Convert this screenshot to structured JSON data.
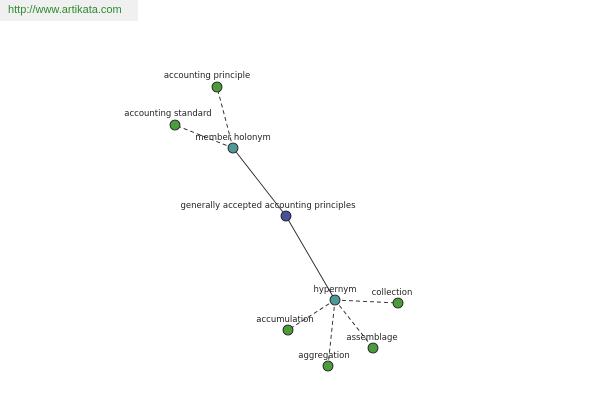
{
  "banner": {
    "url": "http://www.artikata.com"
  },
  "colors": {
    "leaf": "#4e9a3e",
    "relation": "#4f9a98",
    "center": "#4a4f9a"
  },
  "nodes": {
    "center": {
      "label": "generally accepted accounting principles"
    },
    "member_holonym": {
      "label": "member holonym"
    },
    "hypernym": {
      "label": "hypernym"
    },
    "accounting_principle": {
      "label": "accounting principle"
    },
    "accounting_standard": {
      "label": "accounting standard"
    },
    "collection": {
      "label": "collection"
    },
    "accumulation": {
      "label": "accumulation"
    },
    "assemblage": {
      "label": "assemblage"
    },
    "aggregation": {
      "label": "aggregation"
    }
  },
  "edges": [
    {
      "from": "center",
      "to": "member_holonym",
      "style": "solid"
    },
    {
      "from": "center",
      "to": "hypernym",
      "style": "solid"
    },
    {
      "from": "member_holonym",
      "to": "accounting_principle",
      "style": "dashed"
    },
    {
      "from": "member_holonym",
      "to": "accounting_standard",
      "style": "dashed"
    },
    {
      "from": "hypernym",
      "to": "collection",
      "style": "dashed"
    },
    {
      "from": "hypernym",
      "to": "accumulation",
      "style": "dashed"
    },
    {
      "from": "hypernym",
      "to": "assemblage",
      "style": "dashed"
    },
    {
      "from": "hypernym",
      "to": "aggregation",
      "style": "dashed"
    }
  ]
}
